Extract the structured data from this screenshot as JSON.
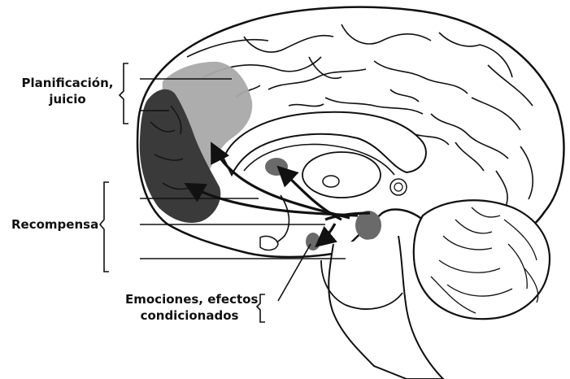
{
  "labels": {
    "planning_line1": "Planificación,",
    "planning_line2": "juicio",
    "reward": "Recompensa",
    "emotions_line1": "Emociones, efectos",
    "emotions_line2": "condicionados"
  },
  "colors": {
    "outline": "#111111",
    "dark_region": "#3a3a3a",
    "light_region": "#a9a9a9",
    "mid_region": "#6a6a6a",
    "background": "#ffffff"
  }
}
